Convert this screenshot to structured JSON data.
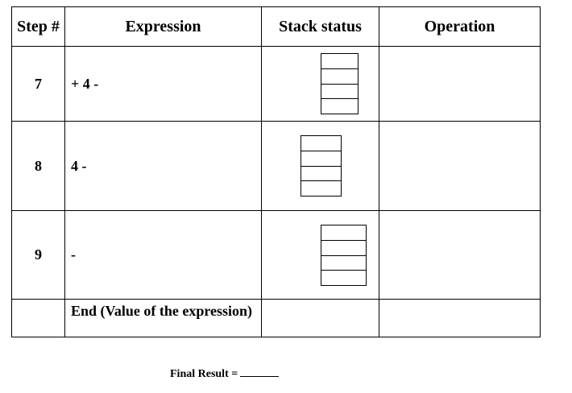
{
  "table": {
    "headers": {
      "step": "Step #",
      "expression": "Expression",
      "stack_status": "Stack status",
      "operation": "Operation"
    },
    "rows": [
      {
        "step": "7",
        "expression": "+ 4 -",
        "stack_slots": 4
      },
      {
        "step": "8",
        "expression": "4 -",
        "stack_slots": 4
      },
      {
        "step": "9",
        "expression": "-",
        "stack_slots": 4
      }
    ],
    "end_row": {
      "label": "End (Value of the expression)"
    }
  },
  "footer": {
    "final_result_label": "Final Result ="
  }
}
